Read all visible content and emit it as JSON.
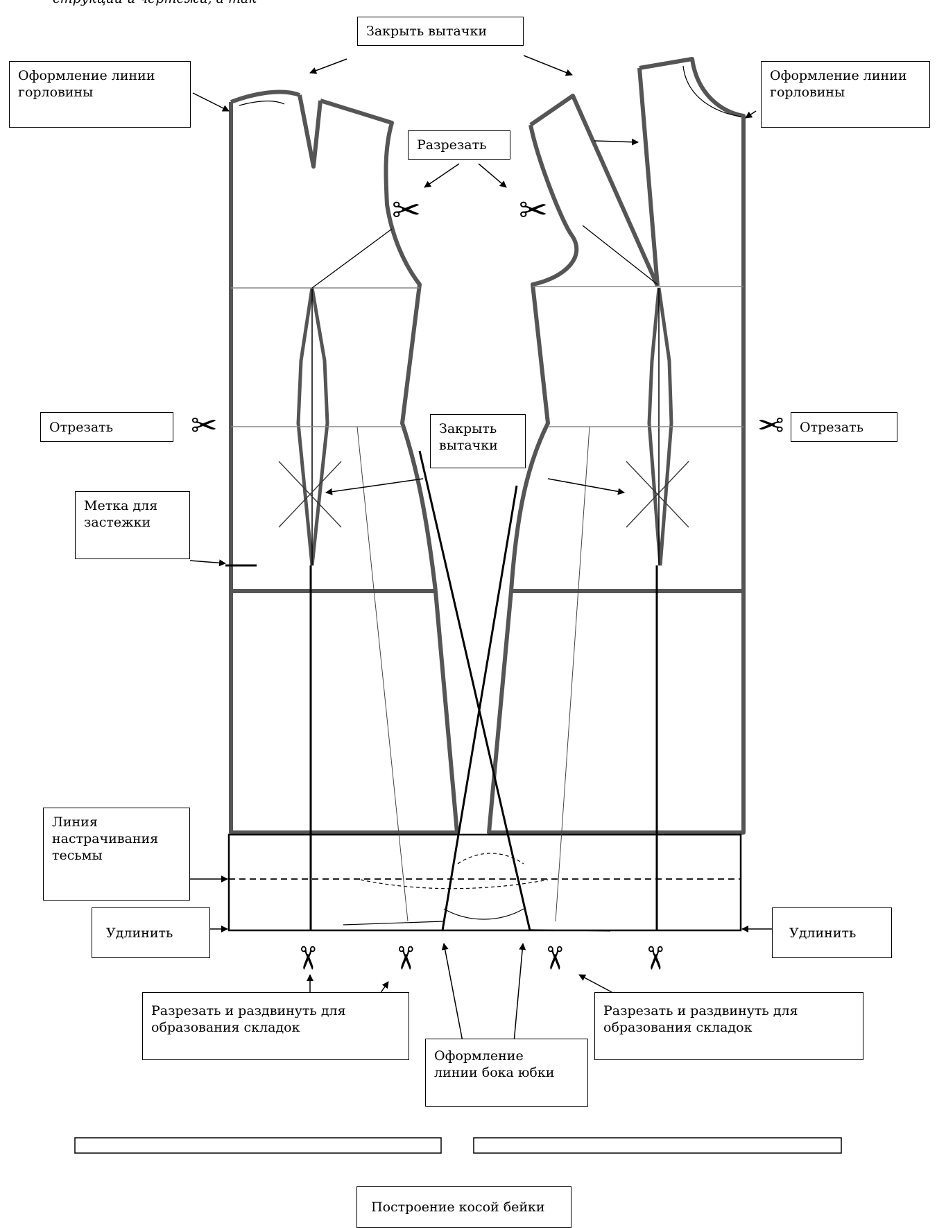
{
  "top_partial_text": "струкции и чертежи, а так",
  "labels": {
    "close_darts_top": "Закрыть вытачки",
    "neckline_left": "Оформление линии\nгорловины",
    "neckline_right": "Оформление линии\nгорловины",
    "cut_armhole": "Разрезать",
    "cut_off_left": "Отрезать",
    "cut_off_right": "Отрезать",
    "close_darts_middle": "Закрыть\nвытачки",
    "fastener_mark": "Метка для\nзастежки",
    "tape_line": "Линия\nнастрачивания\nтесьмы",
    "lengthen_left": "Удлинить",
    "lengthen_right": "Удлинить",
    "cut_spread_left": "Разрезать и раздвинуть для\nобразования складок",
    "cut_spread_right": "Разрезать и раздвинуть для\nобразования складок",
    "skirt_side": "Оформление\nлинии бока юбки",
    "bias_binding": "Построение косой бейки"
  },
  "colors": {
    "outline": "#555555",
    "line": "#000000",
    "guide": "#888888"
  }
}
